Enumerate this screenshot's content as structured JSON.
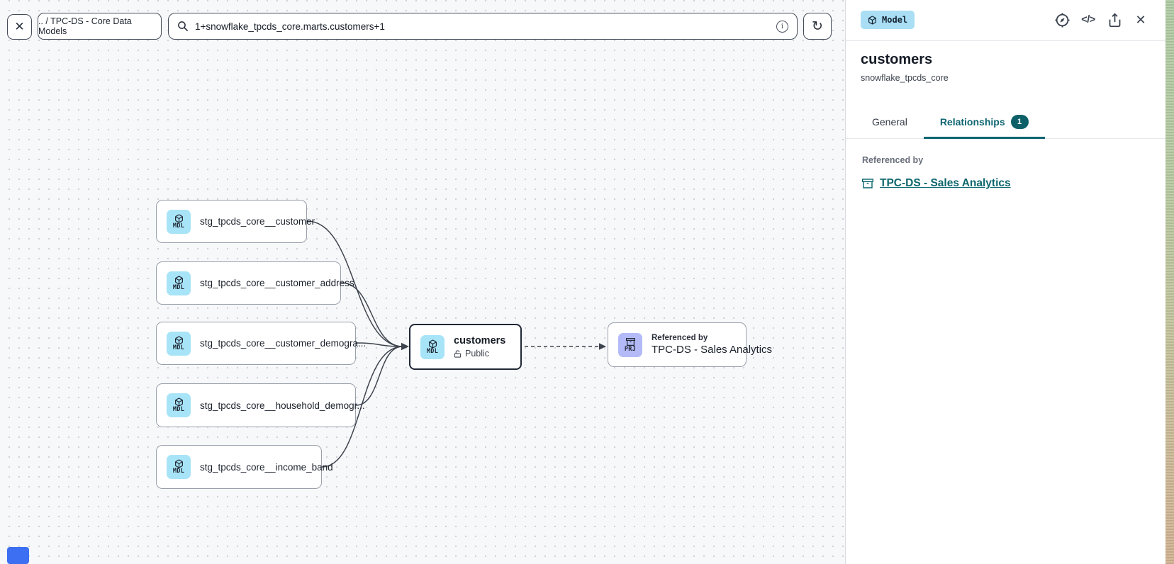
{
  "toolbar": {
    "close_icon": "✕",
    "breadcrumb": ".. / TPC-DS - Core Data Models",
    "search": {
      "value": "1+snowflake_tpcds_core.marts.customers+1",
      "info_icon": "i"
    },
    "refresh_icon": "↻"
  },
  "canvas": {
    "source_nodes": [
      {
        "badge": "MDL",
        "label": "stg_tpcds_core__customer"
      },
      {
        "badge": "MDL",
        "label": "stg_tpcds_core__customer_address"
      },
      {
        "badge": "MDL",
        "label": "stg_tpcds_core__customer_demogra..."
      },
      {
        "badge": "MDL",
        "label": "stg_tpcds_core__household_demogr..."
      },
      {
        "badge": "MDL",
        "label": "stg_tpcds_core__income_band"
      }
    ],
    "selected_node": {
      "badge": "MDL",
      "title": "customers",
      "access": "Public"
    },
    "referenced_node": {
      "badge": "PRJ",
      "kicker": "Referenced by",
      "title": "TPC-DS - Sales Analytics"
    }
  },
  "panel": {
    "type_badge": "Model",
    "code_icon": "</>",
    "close_icon": "✕",
    "title": "customers",
    "subtitle": "snowflake_tpcds_core",
    "tabs": {
      "general": "General",
      "relationships": "Relationships",
      "relationships_count": "1"
    },
    "referenced_by_label": "Referenced by",
    "referenced_link": "TPC-DS - Sales Analytics"
  },
  "colors": {
    "accent_teal": "#0d6570",
    "model_badge_bg": "#a9def5",
    "mdl_icon_bg": "#a8e4f7",
    "prj_icon_bg": "#b3baf7",
    "selected_node_border": "#202836",
    "canvas_bg": "#f7f8fa"
  }
}
